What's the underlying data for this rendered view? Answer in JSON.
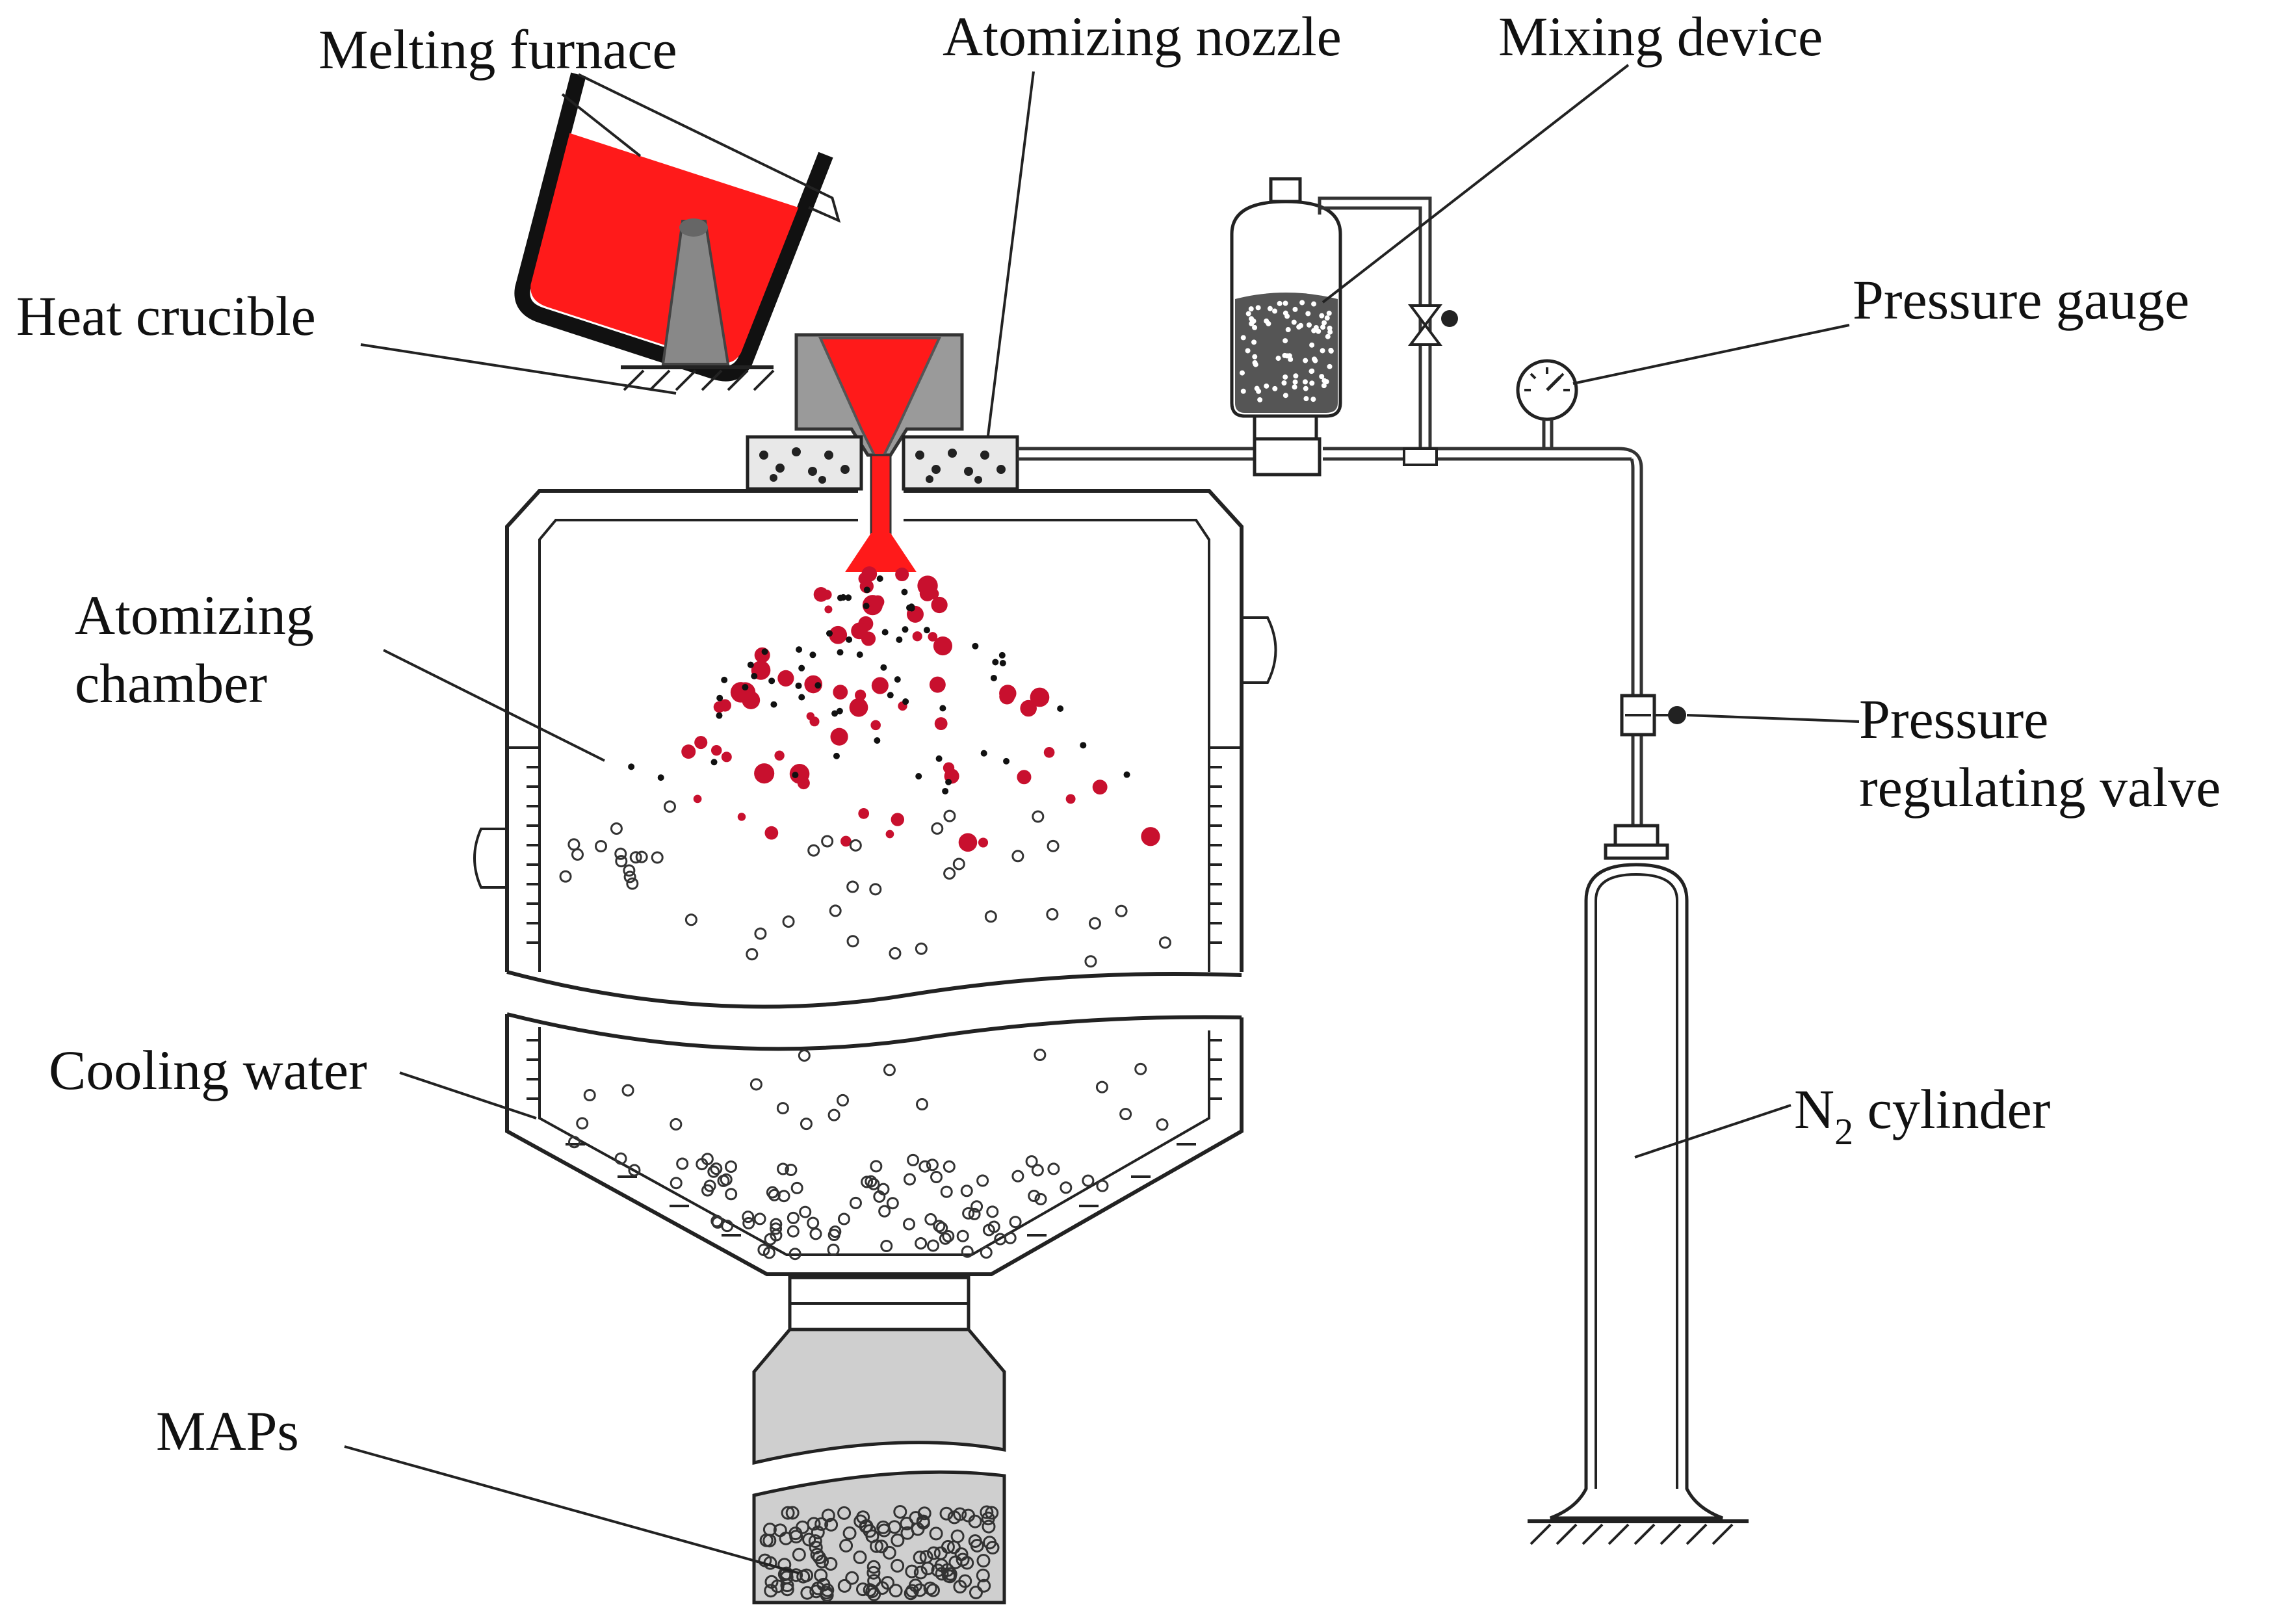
{
  "labels": {
    "melting_furnace": "Melting furnace",
    "atomizing_nozzle": "Atomizing nozzle",
    "mixing_device": "Mixing device",
    "heat_crucible": "Heat crucible",
    "pressure_gauge": "Pressure gauge",
    "atomizing_chamber_line1": "Atomizing",
    "atomizing_chamber_line2": "chamber",
    "pressure_valve_line1": "Pressure",
    "pressure_valve_line2": "regulating valve",
    "cooling_water": "Cooling water",
    "n2_main": "N",
    "n2_sub": "2",
    "n2_rest": " cylinder",
    "maps": "MAPs"
  },
  "colors": {
    "molten_metal": "#ff1a1a",
    "droplet": "#c8102e",
    "furnace_support": "#888888",
    "collector": "#cfcfcf",
    "line": "#222222"
  },
  "icons": {
    "pressure_gauge": "gauge-dial-icon",
    "valve": "valve-handle-icon",
    "ground": "ground-hatch-icon"
  }
}
